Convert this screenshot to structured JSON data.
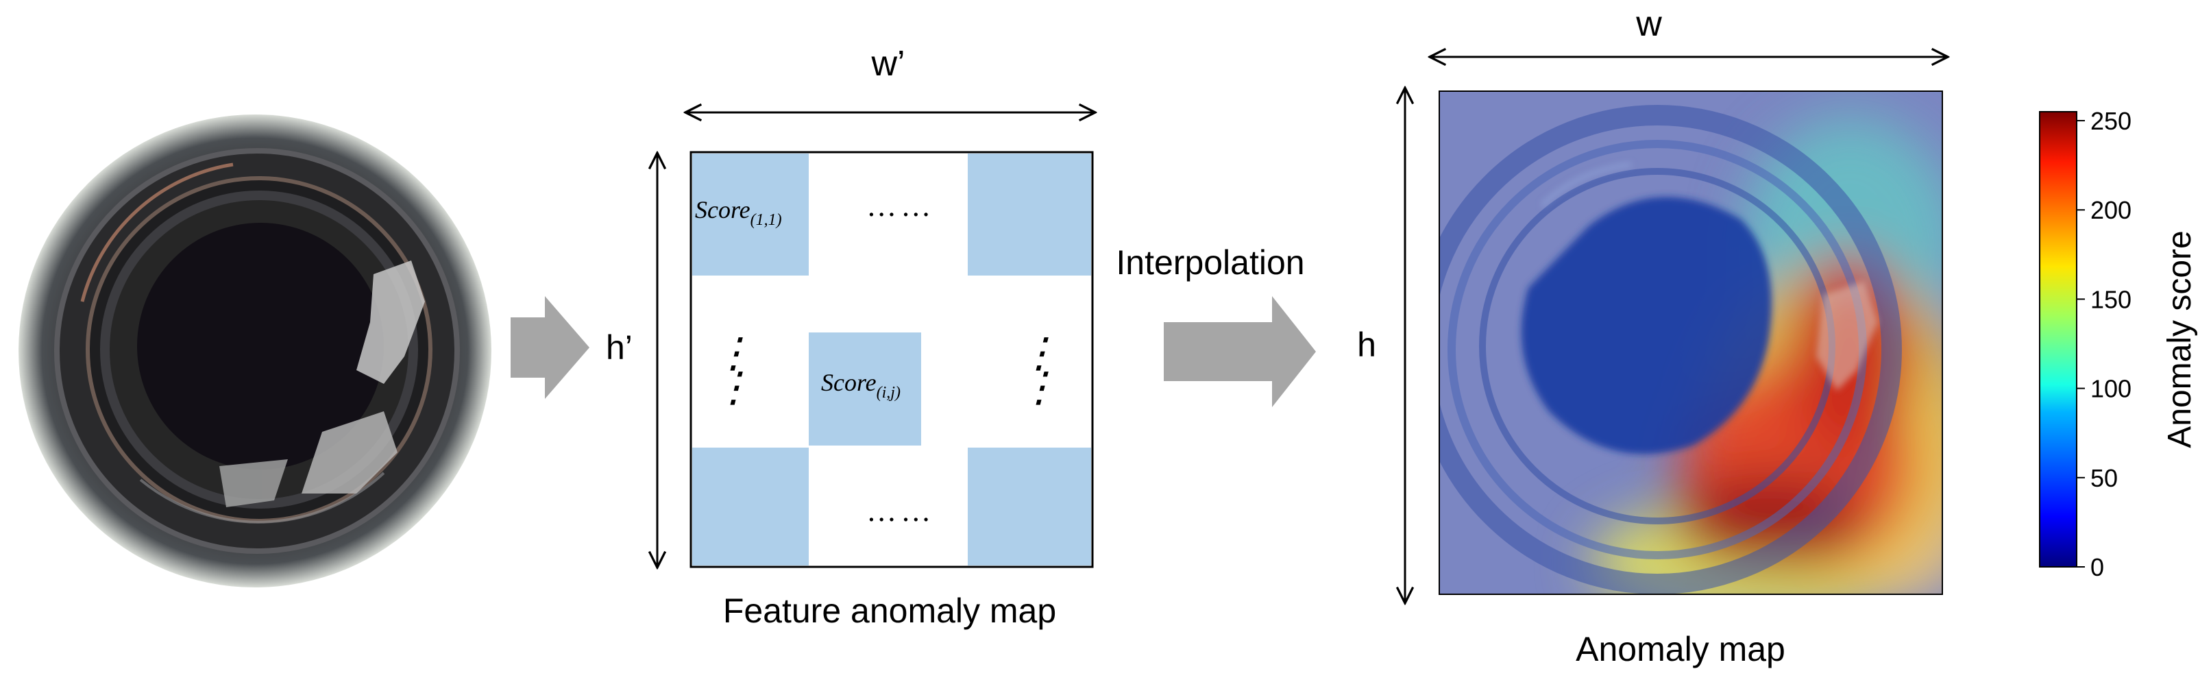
{
  "figure": {
    "labels": {
      "w_prime": "w’",
      "h_prime": "h’",
      "w": "w",
      "h": "h",
      "interpolation": "Interpolation",
      "feature_anomaly_map": "Feature anomaly map",
      "anomaly_map": "Anomaly map"
    },
    "feature_map": {
      "score_11_base": "Score",
      "score_11_sub": "(1,1)",
      "score_ij_base": "Score",
      "score_ij_sub": "(i,j)",
      "hdots": "… …",
      "vdots": "⋮"
    },
    "colors": {
      "cell": "#aecfea",
      "arrow": "#a6a6a6"
    }
  },
  "chart_data": {
    "type": "heatmap",
    "colorbar": {
      "label": "Anomaly score",
      "ticks": [
        0,
        50,
        100,
        150,
        200,
        250
      ],
      "range": [
        0,
        255
      ],
      "colormap": "jet"
    }
  }
}
